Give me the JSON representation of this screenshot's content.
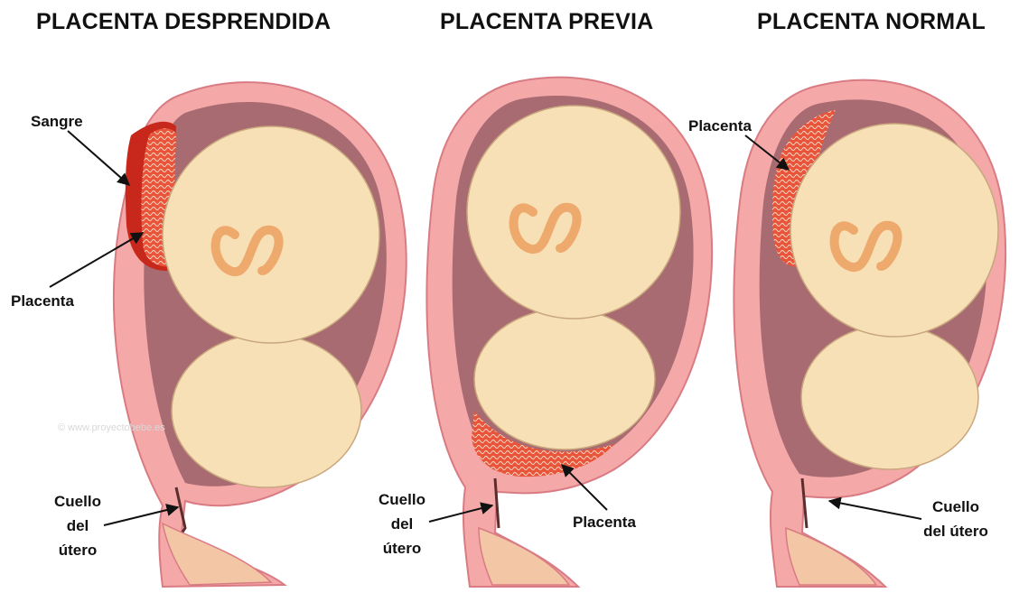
{
  "titles": {
    "detached": "PLACENTA DESPRENDIDA",
    "previa": "PLACENTA PREVIA",
    "normal": "PLACENTA NORMAL"
  },
  "labels": {
    "detached": {
      "blood": "Sangre",
      "placenta": "Placenta",
      "cervix": [
        "Cuello",
        "del",
        "útero"
      ]
    },
    "previa": {
      "placenta": "Placenta",
      "cervix": [
        "Cuello",
        "del",
        "útero"
      ]
    },
    "normal": {
      "placenta": "Placenta",
      "cervix": [
        "Cuello",
        "del útero"
      ]
    }
  },
  "watermark": "© www.proyectobebe.es",
  "colors": {
    "uterus_wall": "#f4a8a8",
    "uterus_outline": "#d97b83",
    "cavity": "#a96b72",
    "fetus": "#f7dfb6",
    "fetus_outline": "#c9a77e",
    "cord": "#eeaa6c",
    "placenta": "#e8553a",
    "blood": "#c8281c"
  }
}
